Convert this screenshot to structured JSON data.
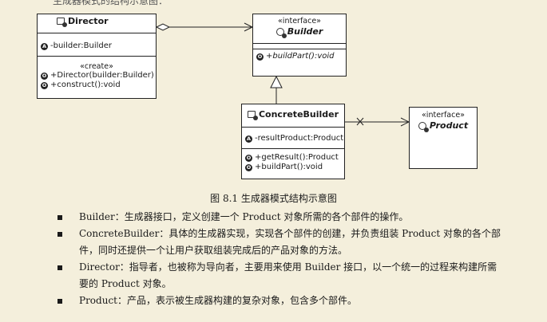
{
  "top_text": "生成器模式的结构示意图：",
  "director": {
    "name": "Director",
    "attribute": "-builder:Builder",
    "stereotype": "«create»",
    "constructor": "+Director(builder:Builder)",
    "method": "+construct():void"
  },
  "builder": {
    "stereotype": "«interface»",
    "name": "Builder",
    "method": "+buildPart():void"
  },
  "concrete_builder": {
    "name": "ConcreteBuilder",
    "attribute": "-resultProduct:Product",
    "method1": "+getResult():Product",
    "method2": "+buildPart():void"
  },
  "product": {
    "stereotype": "«interface»",
    "name": "Product"
  },
  "caption": "图 8.1    生成器模式结构示意图",
  "bullets": [
    "Builder：生成器接口，定义创建一个 Product 对象所需的各个部件的操作。",
    "ConcreteBuilder：具体的生成器实现，实现各个部件的创建，并负责组装 Product 对象的各个部件，同时还提供一个让用户获取组装完成后的产品对象的方法。",
    "Director：指导者，也被称为导向者，主要用来使用 Builder 接口，以一个统一的过程来构建所需要的 Product 对象。",
    "Product：产品，表示被生成器构建的复杂对象，包含多个部件。"
  ]
}
